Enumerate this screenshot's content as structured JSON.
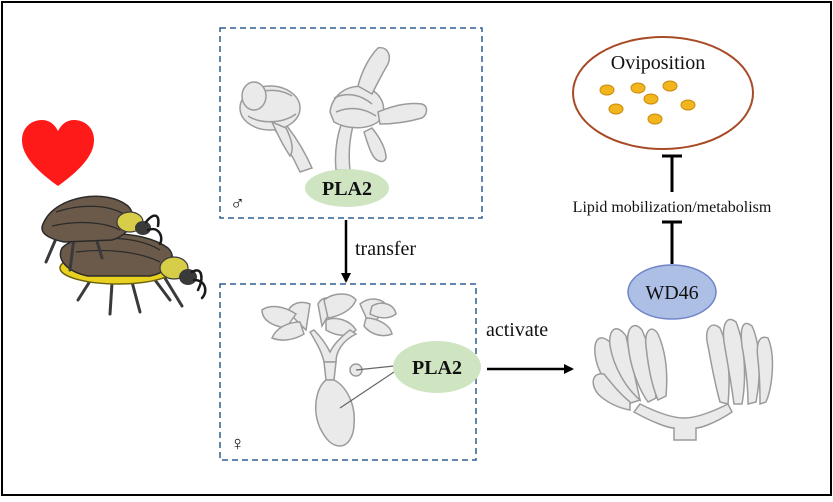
{
  "labels": {
    "pla2_male": "PLA2",
    "pla2_female": "PLA2",
    "transfer": "transfer",
    "activate": "activate",
    "wd46": "WD46",
    "lipid": "Lipid mobilization/metabolism",
    "oviposition": "Oviposition",
    "male_symbol": "♂",
    "female_symbol": "♀"
  },
  "colors": {
    "pla2_fill": "#cfe5c2",
    "wd46_fill": "#aebfe6",
    "wd46_stroke": "#6f86c7",
    "egg": "#f2b51d",
    "egg_stroke": "#c98a0c",
    "oviposition_stroke": "#a84a26",
    "heart": "#ff1a1a",
    "dashed_box": "#2f5f94",
    "organ_fill": "#eaeaea",
    "organ_stroke": "#9b9b9b"
  },
  "icons": [
    "heart-icon",
    "beetle-pair-icon",
    "male-organ-icon",
    "female-organ-icon",
    "ovary-icon",
    "egg-icon"
  ]
}
